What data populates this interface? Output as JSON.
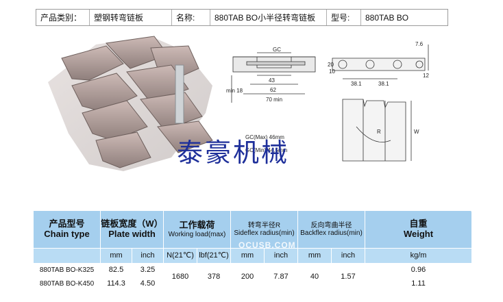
{
  "header": {
    "category_label": "产品类别：",
    "category_value": "塑钢转弯链板",
    "name_label": "名称:",
    "name_value": "880TAB BO小半径转弯链板",
    "model_label": "型号:",
    "model_value": "880TAB BO"
  },
  "brand_text": "泰豪机械",
  "drawing": {
    "gc_top": "GC",
    "dim_43": "43",
    "dim_62": "62",
    "dim_70": "70 min",
    "dim_min18": "min 18",
    "dim_7_6": "7.6",
    "dim_20": "20",
    "dim_10": "10",
    "dim_12": "12",
    "pitch1": "38.1",
    "pitch2": "38.1",
    "dim_R": "R",
    "dim_W": "W",
    "gc_line1": "GC(Max) 46mm",
    "gc_line2": "GC(Min) 44.5mm"
  },
  "table": {
    "headers": {
      "model_cn": "产品型号",
      "model_en": "Chain type",
      "width_cn": "链板宽度（W）",
      "width_en": "Plate width",
      "load_cn": "工作载荷",
      "load_en": "Working load(max)",
      "side_cn": "转弯半径R",
      "side_en": "Sideflex radius(min)",
      "back_cn": "反向弯曲半径",
      "back_en": "Backflex radius(min)",
      "weight_cn": "自重",
      "weight_en": "Weight"
    },
    "units": {
      "mm": "mm",
      "inch": "inch",
      "n21": "N(21℃)",
      "lbf21": "lbf(21℃)",
      "mm2": "mm",
      "inch2": "inch",
      "mm3": "mm",
      "inch3": "inch",
      "kgm": "kg/m"
    },
    "rows": [
      {
        "model": "880TAB BO-K325",
        "mm": "82.5",
        "inch": "3.25",
        "weight": "0.96"
      },
      {
        "model": "880TAB BO-K450",
        "mm": "114.3",
        "inch": "4.50",
        "weight": "1.11"
      }
    ],
    "shared": {
      "load_n": "1680",
      "load_lbf": "378",
      "side_mm": "200",
      "side_inch": "7.87",
      "back_mm": "40",
      "back_inch": "1.57"
    }
  },
  "watermark": "OCUSB.COM"
}
